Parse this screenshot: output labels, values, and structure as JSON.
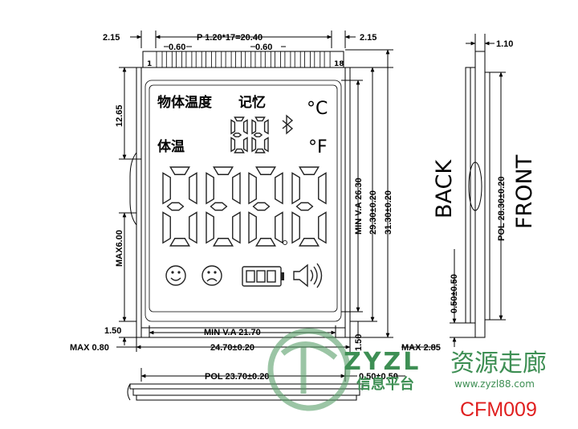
{
  "dimensions": {
    "top_left": "2.15",
    "top_pitch": "P 1.20*17=20.40",
    "top_right": "2.15",
    "pin_gap_left": "0.60",
    "pin_gap_right": "0.60",
    "side_thickness": "1.10",
    "left_height": "12.65",
    "max_pin": "MAX6.00",
    "va_width": "MIN V.A 21.70",
    "outline_width": "24.70±0.20",
    "pol_width": "POL 23.70±0.20",
    "pol_offset": "0.50±0.50",
    "min_va_height": "MIN V.A 26.30",
    "height_1": "29.30±0.20",
    "height_2": "31.30±0.20",
    "pol_height": "POL 28.30±0.20",
    "side_pol_offset": "0.50±0.50",
    "bottom_left": "1.50",
    "bottom_max": "MAX 0.80",
    "right_bottom": "1.50",
    "max_right": "MAX 2.85"
  },
  "pins": {
    "first": "1",
    "last": "18"
  },
  "lcd": {
    "row1_label": "物体温度",
    "memory_label": "记忆",
    "row2_label": "体温",
    "celsius": "°C",
    "fahrenheit": "°F"
  },
  "side_view": {
    "back": "BACK",
    "front": "FRONT"
  },
  "watermark": {
    "brand": "ZYZL",
    "subtitle": "资源走廊",
    "sub_small": "信息平台",
    "url": "www.zyzl88.com"
  },
  "model": "CFM009"
}
